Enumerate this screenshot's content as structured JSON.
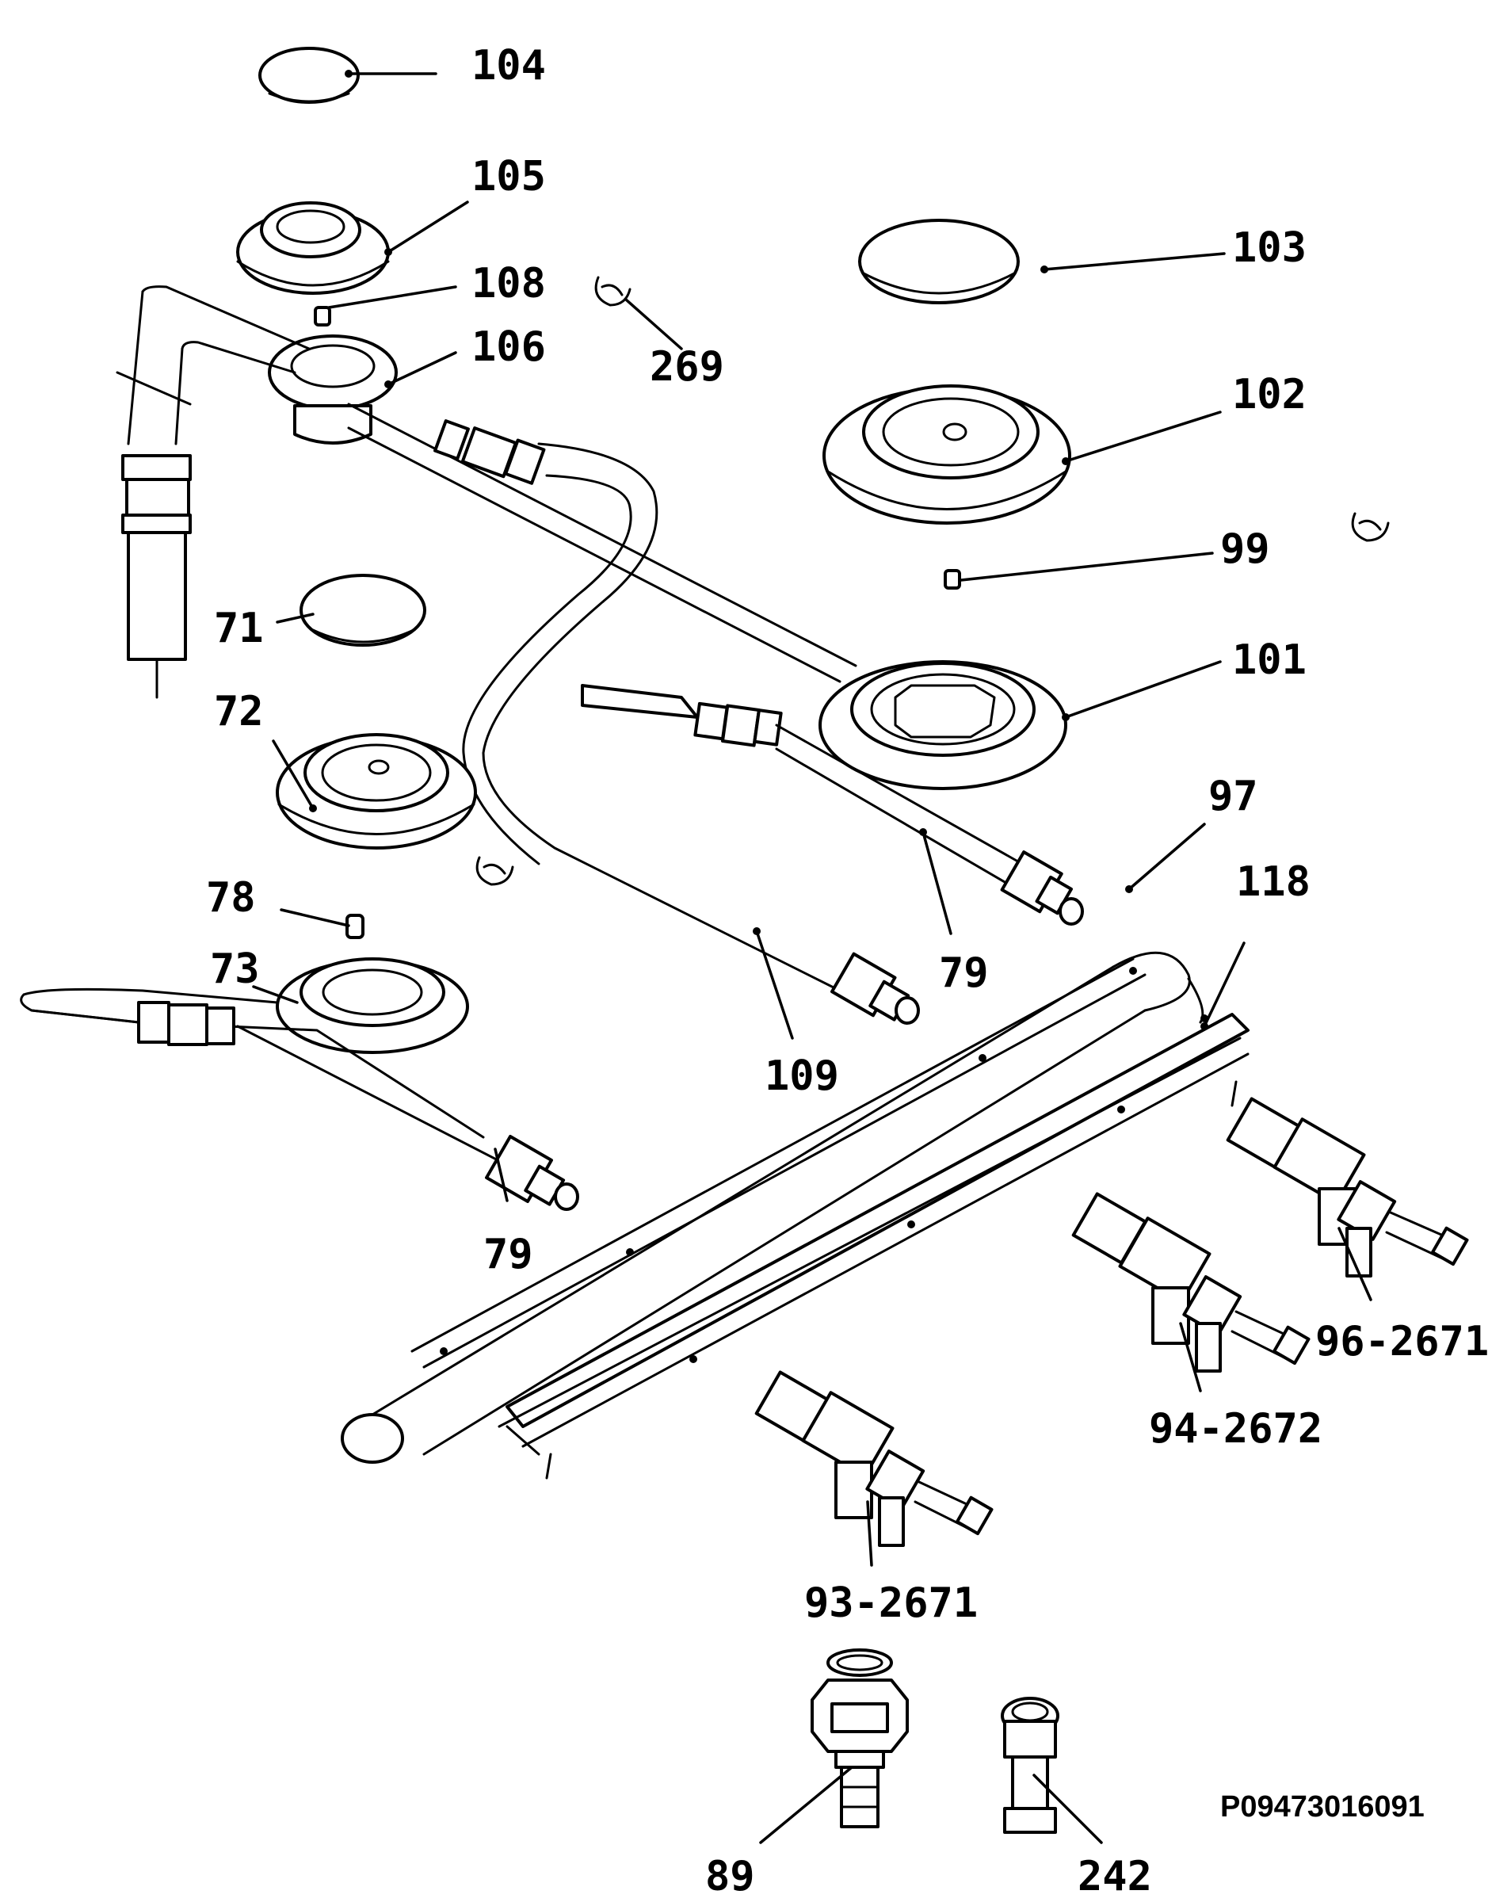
{
  "diagram": {
    "code": "P09473016091",
    "callouts": {
      "c104": "104",
      "c105": "105",
      "c108": "108",
      "c106": "106",
      "c269": "269",
      "c103": "103",
      "c102": "102",
      "c99": "99",
      "c101": "101",
      "c71": "71",
      "c72": "72",
      "c97": "97",
      "c118": "118",
      "c78": "78",
      "c73": "73",
      "c79a": "79",
      "c79b": "79",
      "c109": "109",
      "c96": "96-2671",
      "c94": "94-2672",
      "c93": "93-2671",
      "c89": "89",
      "c242": "242"
    }
  }
}
